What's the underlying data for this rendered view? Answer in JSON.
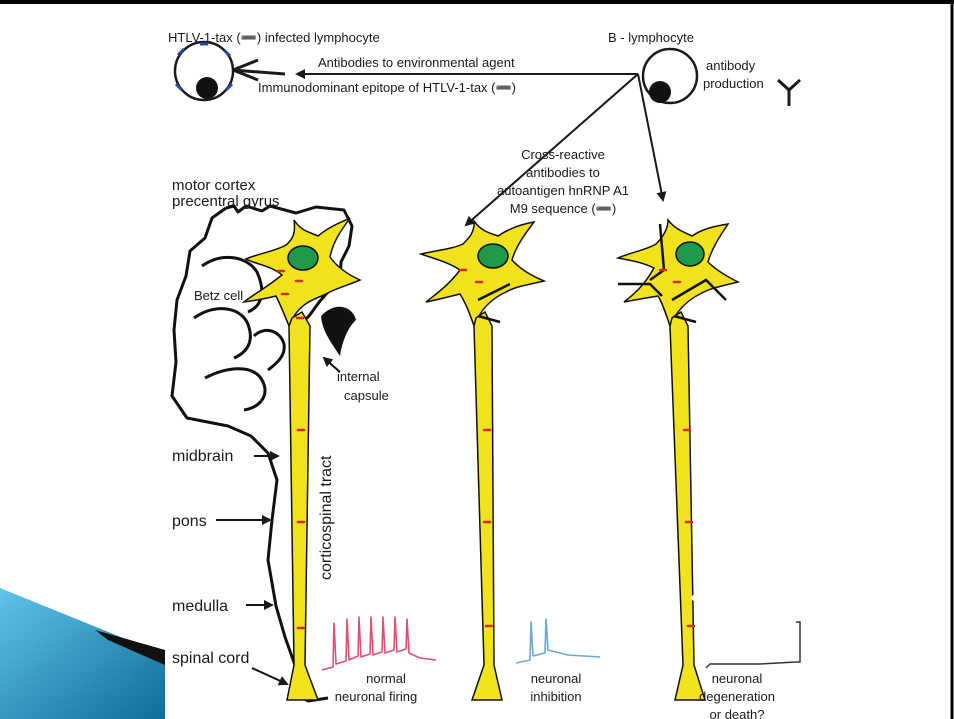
{
  "slide": {
    "accent_colors": {
      "frame": "#000000",
      "corner_blue": "#1f8fbf",
      "neuron": "#f2e21e",
      "nucleus": "#1f9a4a",
      "mark_red": "#d42a2a",
      "mark_blue": "#2a45a8",
      "firing_red": "#e05070",
      "firing_blue": "#6aa8d8"
    }
  },
  "top": {
    "infected_label": "HTLV-1-tax (➖) infected lymphocyte",
    "b_cell_label": "B - lymphocyte",
    "antibody_label_1": "antibody",
    "antibody_label_2": "production",
    "arrow_label_1": "Antibodies to environmental agent",
    "arrow_label_2": "Immunodominant epitope of HTLV-1-tax (➖)"
  },
  "middle": {
    "cross_1": "Cross-reactive",
    "cross_2": "antibodies to",
    "cross_3": "autoantigen hnRNP A1",
    "cross_4": "M9 sequence (➖)"
  },
  "brain": {
    "motor_cortex": "motor cortex",
    "precentral_gyrus": "precentral gyrus",
    "betz_cell": "Betz cell",
    "internal_1": "internal",
    "internal_2": "capsule",
    "midbrain": "midbrain",
    "pons": "pons",
    "medulla": "medulla",
    "spinal_cord": "spinal cord",
    "tract": "corticospinal tract"
  },
  "bottom": {
    "normal_1": "normal",
    "normal_2": "neuronal firing",
    "inhib_1": "neuronal",
    "inhib_2": "inhibition",
    "degen_1": "neuronal",
    "degen_2": "degeneration",
    "degen_3": "or death?"
  }
}
